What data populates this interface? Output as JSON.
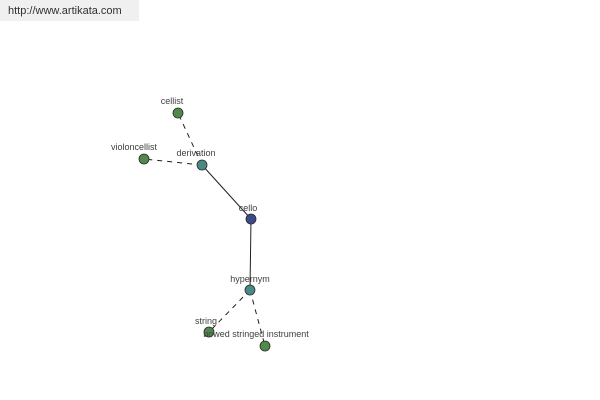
{
  "banner": {
    "url": "http://www.artikata.com"
  },
  "colors": {
    "background": "#ffffff",
    "banner_bg": "#f0f0f0",
    "edge": "#202020",
    "root_node": "#3a4a8c",
    "relation_node": "#4a8a84",
    "leaf_node": "#4f8a4a",
    "node_stroke": "#2a2a2a"
  },
  "graph": {
    "nodes": [
      {
        "id": "cello",
        "label": "cello",
        "kind": "root"
      },
      {
        "id": "derivation",
        "label": "derivation",
        "kind": "relation"
      },
      {
        "id": "cellist",
        "label": "cellist",
        "kind": "leaf"
      },
      {
        "id": "violoncellist",
        "label": "violoncellist",
        "kind": "leaf"
      },
      {
        "id": "hypernym",
        "label": "hypernym",
        "kind": "relation"
      },
      {
        "id": "string",
        "label": "string",
        "kind": "leaf"
      },
      {
        "id": "bowed",
        "label": "bowed stringed instrument",
        "kind": "leaf"
      }
    ],
    "edges": [
      {
        "from": "cello",
        "to": "derivation",
        "style": "solid"
      },
      {
        "from": "cello",
        "to": "hypernym",
        "style": "solid"
      },
      {
        "from": "derivation",
        "to": "cellist",
        "style": "dashed"
      },
      {
        "from": "derivation",
        "to": "violoncellist",
        "style": "dashed"
      },
      {
        "from": "hypernym",
        "to": "string",
        "style": "dashed"
      },
      {
        "from": "hypernym",
        "to": "bowed",
        "style": "dashed"
      }
    ]
  }
}
